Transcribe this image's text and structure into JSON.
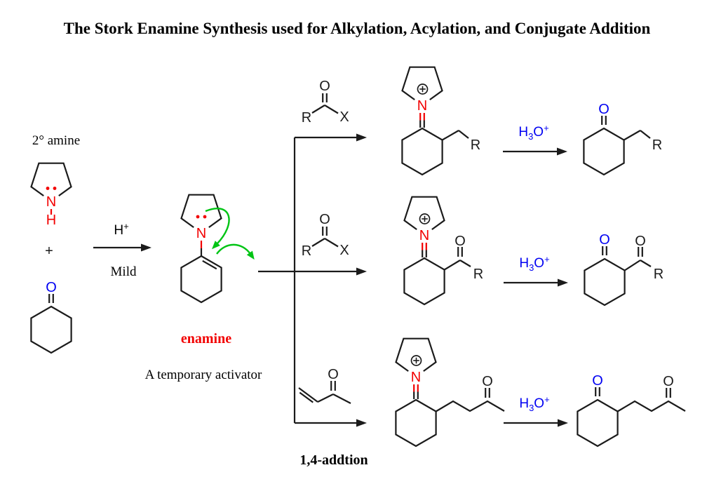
{
  "title": "The Stork Enamine Synthesis used for Alkylation, Acylation, and Conjugate Addition",
  "labels": {
    "secondary_amine": "2° amine",
    "plus": "+",
    "mild": "Mild",
    "enamine": "enamine",
    "temporary_activator": "A temporary activator",
    "one_four_addition": "1,4-addtion",
    "h_plus": {
      "h": "H",
      "sup": "+"
    },
    "hydronium": {
      "h": "H",
      "sub": "3",
      "o": "O",
      "sup": "+"
    }
  },
  "atoms": {
    "O": "O",
    "N": "N",
    "H": "H",
    "R": "R",
    "X": "X"
  },
  "colors": {
    "nitrogen_red": "#f20000",
    "oxygen_blue": "#0000f2",
    "arrow_green": "#00c414",
    "bond_black": "#1b1b1b"
  }
}
